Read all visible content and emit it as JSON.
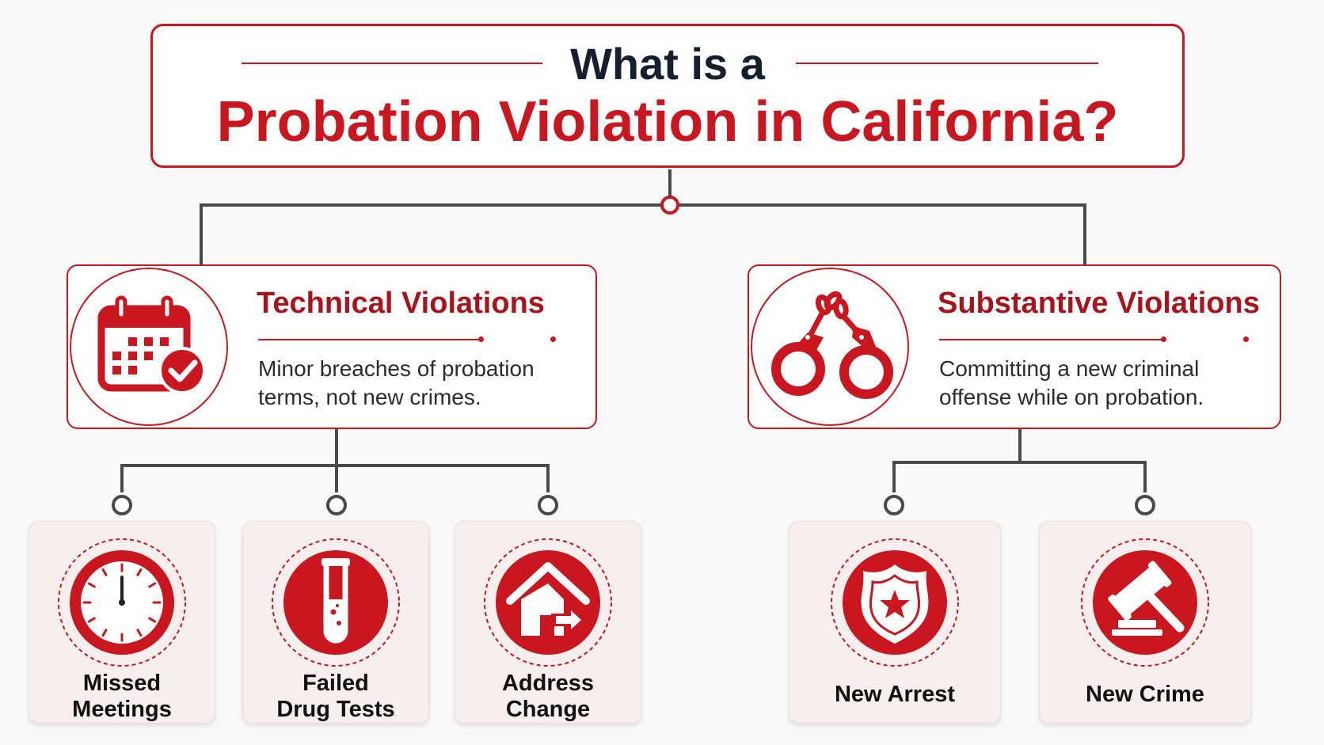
{
  "title": {
    "line1": "What is a",
    "line2": "Probation Violation in California?"
  },
  "categories": [
    {
      "title": "Technical Violations",
      "icon": "calendar-check-icon",
      "description_lines": [
        "Minor breaches of probation",
        "terms, not new crimes."
      ]
    },
    {
      "title": "Substantive Violations",
      "icon": "handcuffs-icon",
      "description_lines": [
        "Committing a new criminal",
        "offense while on probation."
      ]
    }
  ],
  "technical_items": [
    {
      "label_lines": [
        "Missed",
        "Meetings"
      ],
      "icon": "clock-icon"
    },
    {
      "label_lines": [
        "Failed",
        "Drug Tests"
      ],
      "icon": "test-tube-icon"
    },
    {
      "label_lines": [
        "Address",
        "Change"
      ],
      "icon": "house-arrow-icon"
    }
  ],
  "substantive_items": [
    {
      "label_lines": [
        "New Arrest"
      ],
      "icon": "police-badge-icon"
    },
    {
      "label_lines": [
        "New Crime"
      ],
      "icon": "gavel-icon"
    }
  ],
  "colors": {
    "accent": "#c9161f",
    "dark_red": "#a8141b",
    "title_dark": "#14202e",
    "connector": "#4a4a4a",
    "card_bg": "#f6efee"
  }
}
